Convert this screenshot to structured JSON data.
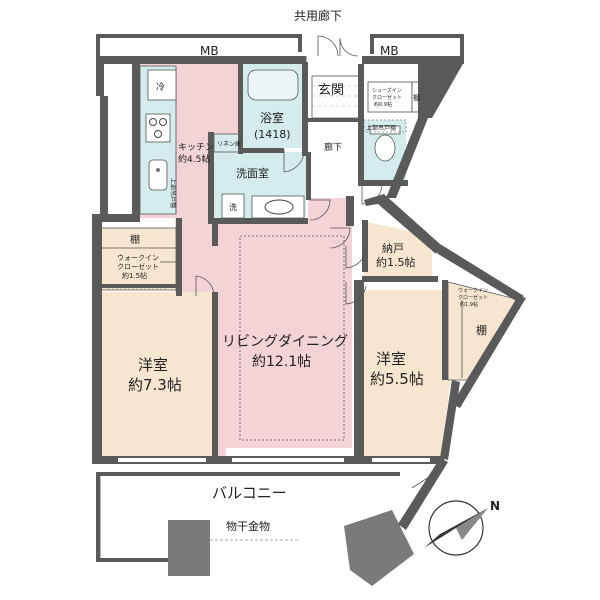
{
  "labels": {
    "corridor": "共用廊下",
    "mb_left": "MB",
    "mb_right": "MB",
    "entrance": "玄関",
    "fridge": "冷",
    "bath_name": "浴室",
    "bath_size": "(1418)",
    "shoe_closet_1": "シューズイン",
    "shoe_closet_2": "クローゼット",
    "shoe_closet_3": "約0.9帖",
    "shoe_closet_shelf": "棚",
    "upper_storage": "上部吊戸棚",
    "kitchen_name": "キッチン",
    "kitchen_size": "約4.5帖",
    "linen": "リネン庫",
    "hallway": "廊下",
    "washroom": "洗面室",
    "washer": "洗",
    "kitchen_upper_storage": "上部吊戸棚",
    "shelf_left": "棚",
    "wic_left_1": "ウォークイン",
    "wic_left_2": "クローゼット",
    "wic_left_3": "約1.5帖",
    "storage_name": "納戸",
    "storage_size": "約1.5帖",
    "wic_right_1": "ウォークイン",
    "wic_right_2": "クローゼット",
    "wic_right_3": "約1.9帖",
    "shelf_right": "棚",
    "living_name": "リビングダイニング",
    "living_size": "約12.1帖",
    "western_left_name": "洋室",
    "western_left_size": "約7.3帖",
    "western_right_name": "洋室",
    "western_right_size": "約5.5帖",
    "balcony": "バルコニー",
    "laundry_hanger": "物干金物",
    "compass": "N"
  },
  "colors": {
    "wall": "#5a5a5a",
    "western_room": "#f7e6cf",
    "living": "#f3d3d6",
    "wet_area": "#d4ecec",
    "background": "#ffffff"
  }
}
